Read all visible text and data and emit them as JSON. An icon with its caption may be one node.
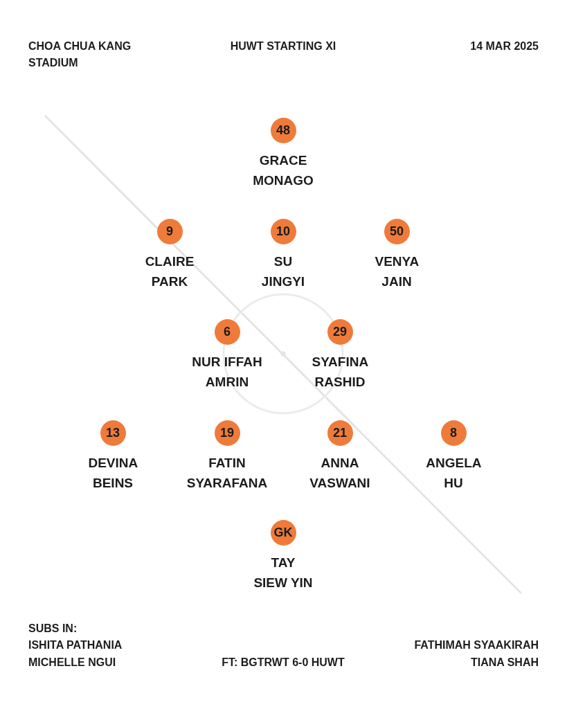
{
  "diagram": {
    "title": "HUWT STARTING XI",
    "nodes": [
      {
        "text": [
          "48"
        ],
        "beside": [
          "GRACE MONAGO"
        ]
      },
      {
        "text": [
          "9"
        ],
        "beside": [
          "CLAIRE PARK"
        ]
      },
      {
        "text": [
          "10"
        ],
        "beside": [
          "SU JINGYI"
        ]
      },
      {
        "text": [
          "50"
        ],
        "beside": [
          "VENYA JAIN"
        ]
      },
      {
        "text": [
          "6"
        ],
        "beside": [
          "NUR IFFAH AMRIN"
        ]
      },
      {
        "text": [
          "29"
        ],
        "beside": [
          "SYAFINA RASHID"
        ]
      },
      {
        "text": [
          "13"
        ],
        "beside": [
          "DEVINA BEINS"
        ]
      },
      {
        "text": [
          "19"
        ],
        "beside": [
          "FATIN SYARAFANA"
        ]
      },
      {
        "text": [
          "21"
        ],
        "beside": [
          "ANNA VASWANI"
        ]
      },
      {
        "text": [
          "8"
        ],
        "beside": [
          "ANGELA HU"
        ]
      },
      {
        "text": [
          "GK"
        ],
        "beside": [
          "TAY SIEW YIN"
        ]
      }
    ],
    "labels": [
      "CHOA CHUA KANG STADIUM",
      "14 MAR 2025",
      "SUBS IN:",
      "ISHITA PATHANIA",
      "FATHIMAH SYAAKIRAH",
      "MICHELLE NGUI",
      "FT: BGTRWT 6-0 HUWT",
      "TIANA SHAH"
    ]
  }
}
